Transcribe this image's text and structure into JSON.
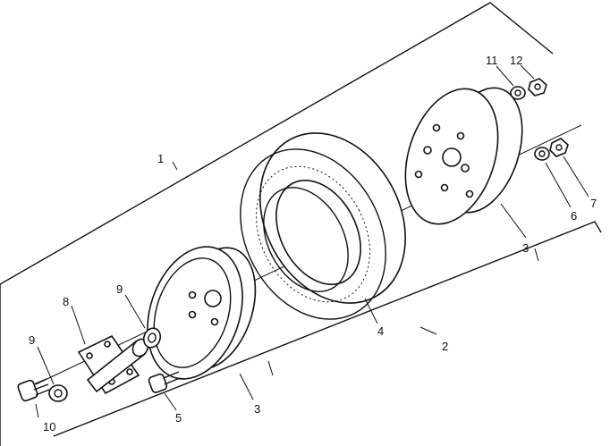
{
  "callouts": {
    "c1": "1",
    "c2": "2",
    "c3a": "3",
    "c3b": "3",
    "c4": "4",
    "c5": "5",
    "c6": "6",
    "c7": "7",
    "c8": "8",
    "c9a": "9",
    "c9b": "9",
    "c10": "10",
    "c11": "11",
    "c12": "12"
  },
  "colors": {
    "ink": "#111111",
    "paper": "#ffffff"
  }
}
